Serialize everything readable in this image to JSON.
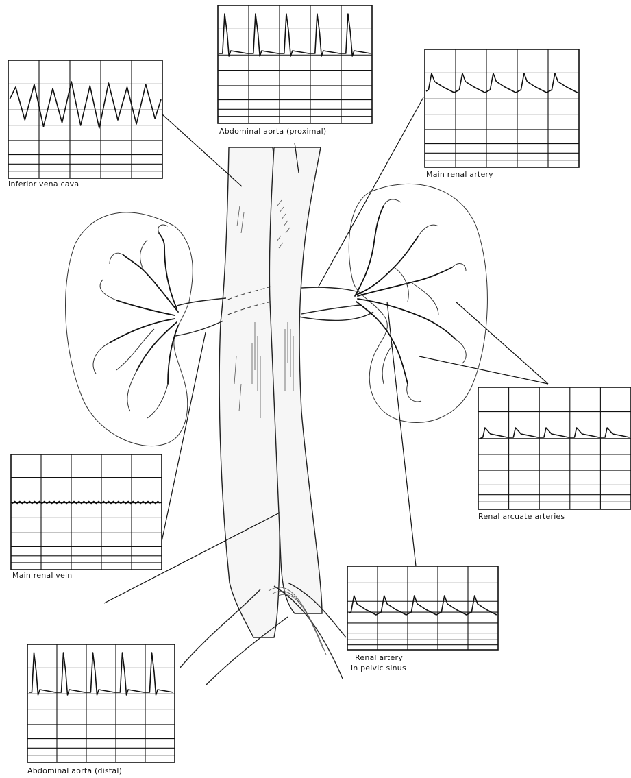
{
  "figure": {
    "labels": {
      "ivc": "Inferior vena cava",
      "aorta_proximal": "Abdominal aorta (proximal)",
      "main_renal_artery": "Main renal artery",
      "arcuate": "Renal arcuate arteries",
      "main_renal_vein": "Main renal vein",
      "pelvic_sinus_line1": "Renal artery",
      "pelvic_sinus_line2": "in pelvic sinus",
      "aorta_distal": "Abdominal aorta (distal)"
    },
    "waveform_types": {
      "ivc": "phasic-oscillating",
      "aorta_proximal": "sharp-systolic-peaks",
      "main_renal_artery": "low-resistance-sawtooth",
      "arcuate": "low-amplitude-sawtooth",
      "main_renal_vein": "flat-continuous",
      "pelvic_sinus": "low-resistance-sawtooth",
      "aorta_distal": "sharp-systolic-peaks"
    }
  }
}
